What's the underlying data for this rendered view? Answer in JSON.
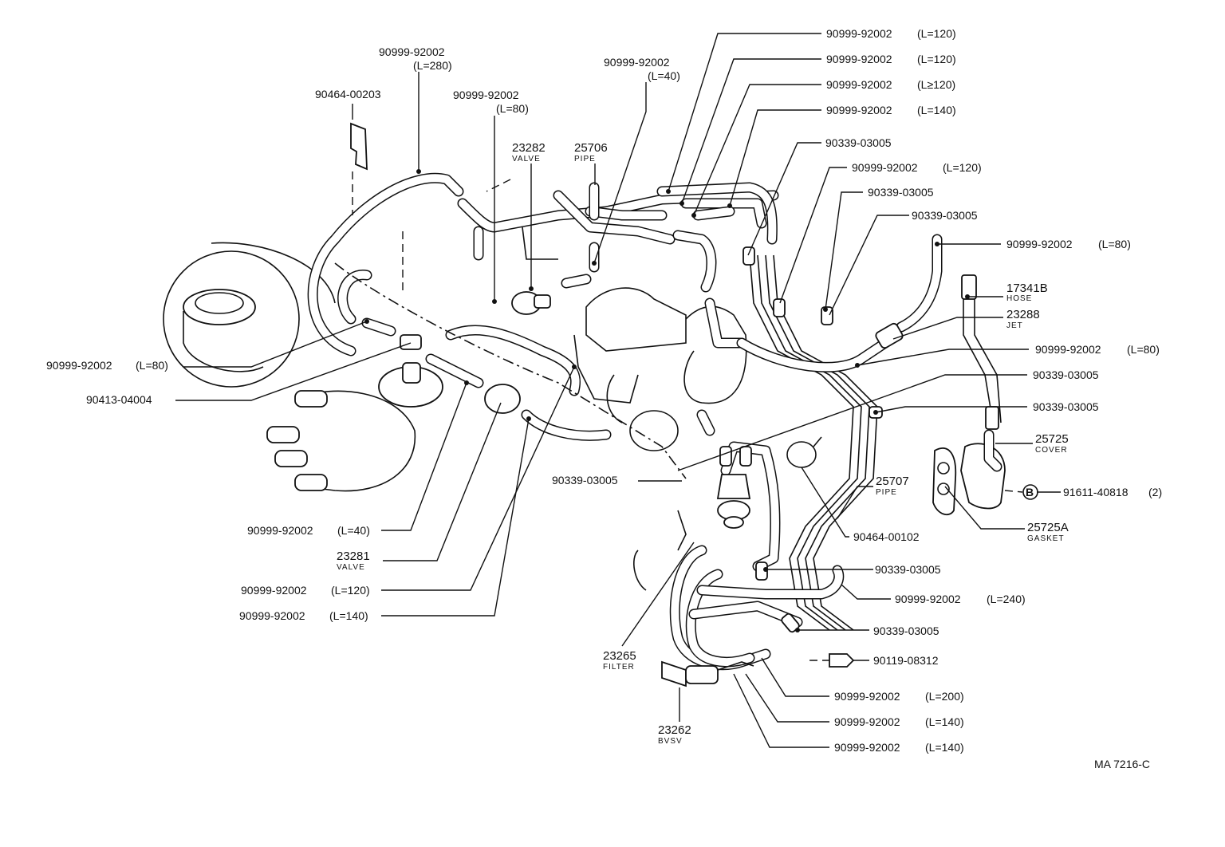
{
  "diagram_code": "MA 7216-C",
  "callouts": [
    {
      "part": "90999-92002",
      "spec": "(L=280)"
    },
    {
      "part": "90464-00203"
    },
    {
      "part": "90999-92002",
      "spec": "(L=80)"
    },
    {
      "part": "23282",
      "name": "VALVE"
    },
    {
      "part": "25706",
      "name": "PIPE"
    },
    {
      "part": "90999-92002",
      "spec": "(L=40)"
    },
    {
      "part": "90999-92002",
      "spec": "(L=120)"
    },
    {
      "part": "90999-92002",
      "spec": "(L=120)"
    },
    {
      "part": "90999-92002",
      "spec": "(L≥120)"
    },
    {
      "part": "90999-92002",
      "spec": "(L=140)"
    },
    {
      "part": "90339-03005"
    },
    {
      "part": "90999-92002",
      "spec": "(L=120)"
    },
    {
      "part": "90339-03005"
    },
    {
      "part": "90339-03005"
    },
    {
      "part": "90999-92002",
      "spec": "(L=80)"
    },
    {
      "part": "17341B",
      "name": "HOSE"
    },
    {
      "part": "23288",
      "name": "JET"
    },
    {
      "part": "90999-92002",
      "spec": "(L=80)"
    },
    {
      "part": "90339-03005"
    },
    {
      "part": "90339-03005"
    },
    {
      "part": "25725",
      "name": "COVER"
    },
    {
      "part": "91611-40818",
      "spec": "(2)",
      "badge": "B"
    },
    {
      "part": "25725A",
      "name": "GASKET"
    },
    {
      "part": "25707",
      "name": "PIPE"
    },
    {
      "part": "90464-00102"
    },
    {
      "part": "90999-92002",
      "spec": "(L=80)"
    },
    {
      "part": "90413-04004"
    },
    {
      "part": "90339-03005"
    },
    {
      "part": "90999-92002",
      "spec": "(L=40)"
    },
    {
      "part": "23281",
      "name": "VALVE"
    },
    {
      "part": "90999-92002",
      "spec": "(L=120)"
    },
    {
      "part": "90999-92002",
      "spec": "(L=140)"
    },
    {
      "part": "90339-03005"
    },
    {
      "part": "90999-92002",
      "spec": "(L=240)"
    },
    {
      "part": "90339-03005"
    },
    {
      "part": "90119-08312"
    },
    {
      "part": "23265",
      "name": "FILTER"
    },
    {
      "part": "90999-92002",
      "spec": "(L=200)"
    },
    {
      "part": "23262",
      "name": "BVSV"
    },
    {
      "part": "90999-92002",
      "spec": "(L=140)"
    },
    {
      "part": "90999-92002",
      "spec": "(L=140)"
    }
  ]
}
